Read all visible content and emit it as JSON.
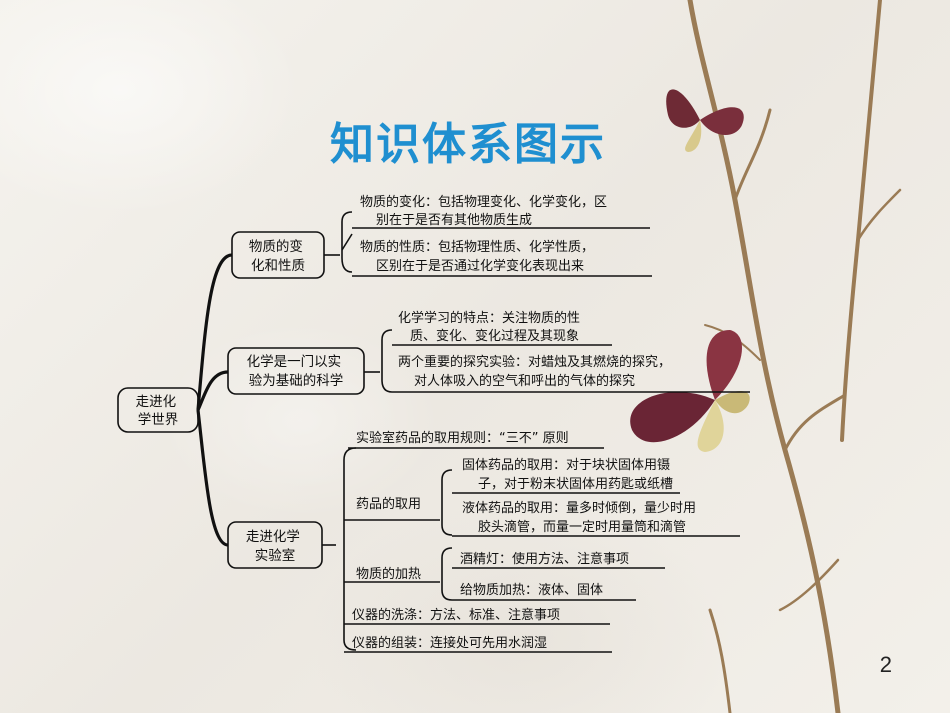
{
  "title": "知识体系图示",
  "page_number": "2",
  "root": {
    "lines": [
      "走进化",
      "学世界"
    ]
  },
  "branch1": {
    "lines": [
      "物质的变",
      "化和性质"
    ],
    "leaves": [
      {
        "lines": [
          "物质的变化：包括物理变化、化学变化，区",
          "别在于是否有其他物质生成"
        ]
      },
      {
        "lines": [
          "物质的性质：包括物理性质、化学性质，",
          "区别在于是否通过化学变化表现出来"
        ]
      }
    ]
  },
  "branch2": {
    "lines": [
      "化学是一门以实",
      "验为基础的科学"
    ],
    "leaves": [
      {
        "lines": [
          "化学学习的特点：关注物质的性",
          "质、变化、变化过程及其现象"
        ]
      },
      {
        "lines": [
          "两个重要的探究实验：对蜡烛及其燃烧的探究，",
          "对人体吸入的空气和呼出的气体的探究"
        ]
      }
    ]
  },
  "branch3": {
    "lines": [
      "走进化学",
      "实验室"
    ],
    "rule": "实验室药品的取用规则：“三不” 原则",
    "take": {
      "label": "药品的取用",
      "leaves": [
        {
          "lines": [
            "固体药品的取用：对于块状固体用镊",
            "子，对于粉末状固体用药匙或纸槽"
          ]
        },
        {
          "lines": [
            "液体药品的取用：量多时倾倒，量少时用",
            "胶头滴管，而量一定时用量筒和滴管"
          ]
        }
      ]
    },
    "heat": {
      "label": "物质的加热",
      "leaves": [
        {
          "lines": [
            "酒精灯：使用方法、注意事项"
          ]
        },
        {
          "lines": [
            "给物质加热：液体、固体"
          ]
        }
      ]
    },
    "wash": "仪器的洗涤：方法、标准、注意事项",
    "assemble": "仪器的组装：连接处可先用水润湿"
  }
}
